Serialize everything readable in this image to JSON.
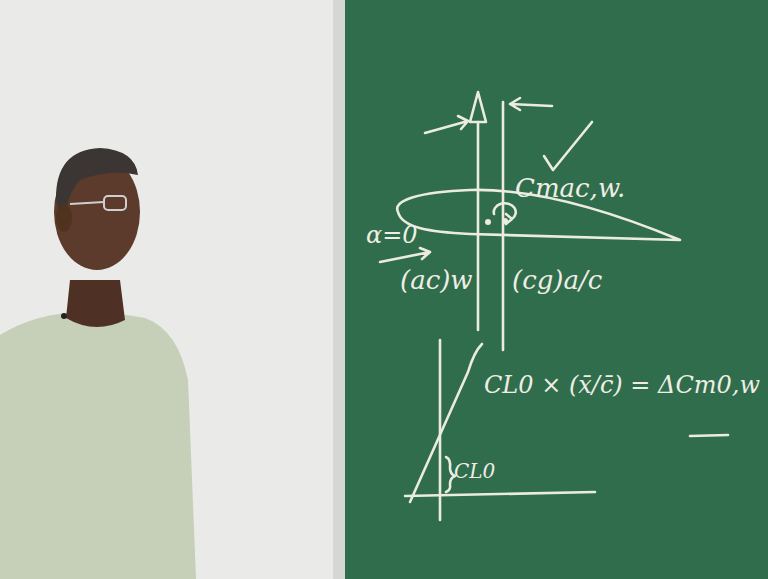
{
  "diagram": {
    "labels": [
      "Cmac,w.",
      "α=0",
      "(ac)w",
      "(cg)a/c",
      "CL0 × (x̄/c̄) = ΔCm0,w",
      "CL0"
    ]
  }
}
